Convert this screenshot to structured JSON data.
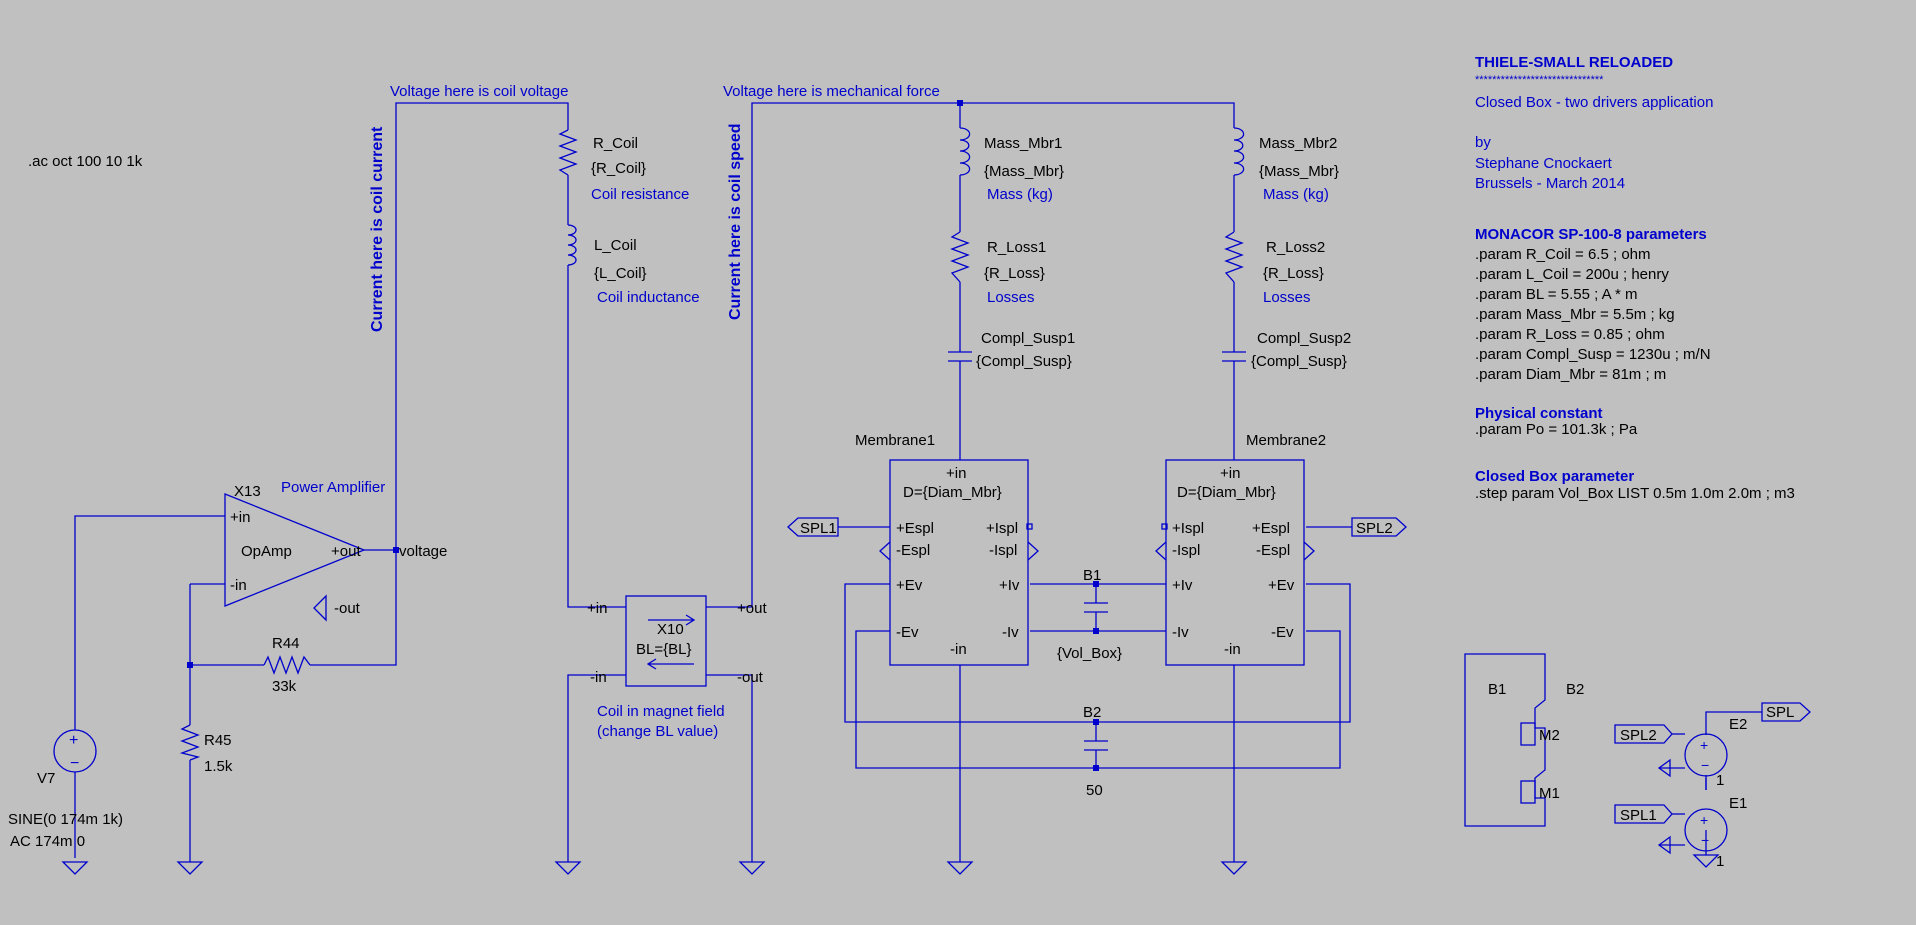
{
  "directive": ".ac oct 100 10 1k",
  "notes": {
    "coil_voltage": "Voltage here is coil voltage",
    "mech_force": "Voltage here is mechanical force",
    "coil_current": "Current here is coil current",
    "coil_speed": "Current here is coil speed",
    "coil_field": "Coil in magnet field",
    "change_bl": "(change BL value)"
  },
  "components": {
    "x13": {
      "ref": "X13",
      "desc": "Power Amplifier",
      "name": "OpAmp",
      "in_p": "+in",
      "in_n": "-in",
      "out_p": "+out",
      "out_n": "-out"
    },
    "net_voltage": "voltage",
    "r44": {
      "ref": "R44",
      "val": "33k"
    },
    "r45": {
      "ref": "R45",
      "val": "1.5k"
    },
    "v7": {
      "ref": "V7",
      "val1": "SINE(0 174m 1k)",
      "val2": "AC 174m 0"
    },
    "r_coil": {
      "ref": "R_Coil",
      "val": "{R_Coil}",
      "desc": "Coil resistance"
    },
    "l_coil": {
      "ref": "L_Coil",
      "val": "{L_Coil}",
      "desc": "Coil inductance"
    },
    "x10": {
      "ref": "X10",
      "val": "BL={BL}",
      "in_p": "+in",
      "in_n": "-in",
      "out_p": "+out",
      "out_n": "-out"
    },
    "mass1": {
      "ref": "Mass_Mbr1",
      "val": "{Mass_Mbr}",
      "desc": "Mass (kg)"
    },
    "mass2": {
      "ref": "Mass_Mbr2",
      "val": "{Mass_Mbr}",
      "desc": "Mass (kg)"
    },
    "rloss1": {
      "ref": "R_Loss1",
      "val": "{R_Loss}",
      "desc": "Losses"
    },
    "rloss2": {
      "ref": "R_Loss2",
      "val": "{R_Loss}",
      "desc": "Losses"
    },
    "csusp1": {
      "ref": "Compl_Susp1",
      "val": "{Compl_Susp}"
    },
    "csusp2": {
      "ref": "Compl_Susp2",
      "val": "{Compl_Susp}"
    },
    "membrane1": {
      "ref": "Membrane1",
      "in": "+in",
      "diam": "D={Diam_Mbr}",
      "espl_p": "+Espl",
      "espl_n": "-Espl",
      "ispl_p": "+Ispl",
      "ispl_n": "-Ispl",
      "ev_p": "+Ev",
      "ev_n": "-Ev",
      "iv_p": "+Iv",
      "iv_n": "-Iv",
      "in_n": "-in"
    },
    "membrane2": {
      "ref": "Membrane2",
      "in": "+in",
      "diam": "D={Diam_Mbr}",
      "espl_p": "+Espl",
      "espl_n": "-Espl",
      "ispl_p": "+Ispl",
      "ispl_n": "-Ispl",
      "ev_p": "+Ev",
      "ev_n": "-Ev",
      "iv_p": "+Iv",
      "iv_n": "-Iv",
      "in_n": "-in"
    },
    "b1": {
      "ref": "B1",
      "val": "{Vol_Box}"
    },
    "b2": {
      "ref": "B2",
      "val": "50"
    },
    "spl1": "SPL1",
    "spl2": "SPL2",
    "spl": "SPL",
    "e1": {
      "ref": "E1",
      "val": "1"
    },
    "e2": {
      "ref": "E2",
      "val": "1"
    },
    "legend": {
      "b1": "B1",
      "b2": "B2",
      "m1": "M1",
      "m2": "M2"
    }
  },
  "info": {
    "title": "THIELE-SMALL RELOADED",
    "stars": "******************************",
    "subtitle": "Closed Box - two drivers application",
    "by": "by",
    "author": "Stephane Cnockaert",
    "place": "Brussels - March 2014",
    "params_title": "MONACOR SP-100-8 parameters",
    "params": [
      ".param R_Coil = 6.5 ; ohm",
      ".param L_Coil = 200u ; henry",
      ".param BL = 5.55 ; A * m",
      ".param Mass_Mbr = 5.5m ; kg",
      ".param R_Loss = 0.85 ; ohm",
      ".param Compl_Susp = 1230u ; m/N",
      ".param Diam_Mbr = 81m ; m"
    ],
    "phys_title": "Physical constant",
    "phys": ".param Po = 101.3k ; Pa",
    "box_title": "Closed Box parameter",
    "box": ".step param Vol_Box LIST 0.5m 1.0m 2.0m ; m3"
  }
}
